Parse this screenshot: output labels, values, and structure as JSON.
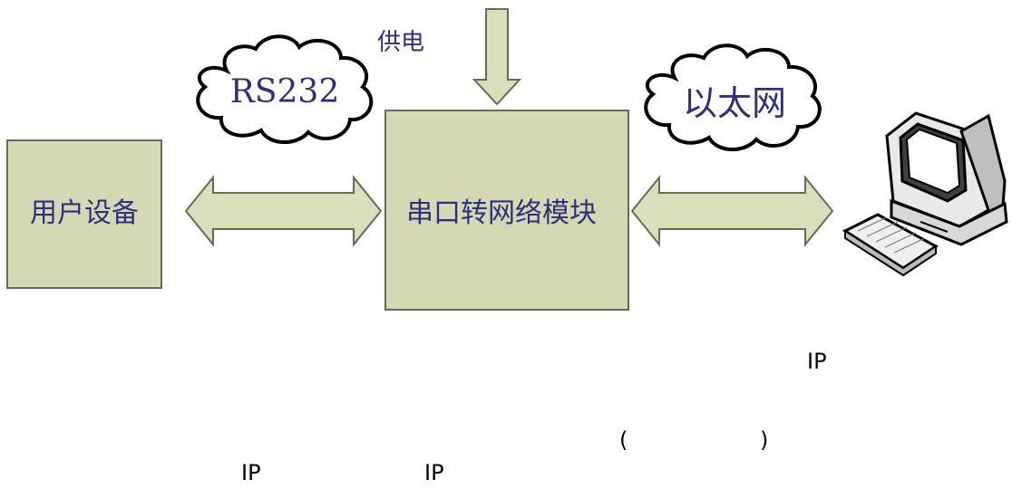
{
  "diagram": {
    "power_label": "供电",
    "user_device_label": "用户设备",
    "module_label": "串口转网络模块",
    "rs232_label": "RS232",
    "ethernet_label": "以太网",
    "computer_icon": "desktop-computer-icon"
  },
  "caption": {
    "ip_1": "IP",
    "paren_open": "(",
    "paren_close": ")",
    "ip_2": "IP",
    "ip_3": "IP"
  },
  "colors": {
    "box_fill": "#d4d9b4",
    "box_stroke": "#6b6b54",
    "arrow_fill": "#d9dfbb",
    "arrow_stroke": "#6b6b54",
    "label_text": "#2f2f7f",
    "cloud_fill": "#ffffff",
    "cloud_stroke": "#000000"
  }
}
